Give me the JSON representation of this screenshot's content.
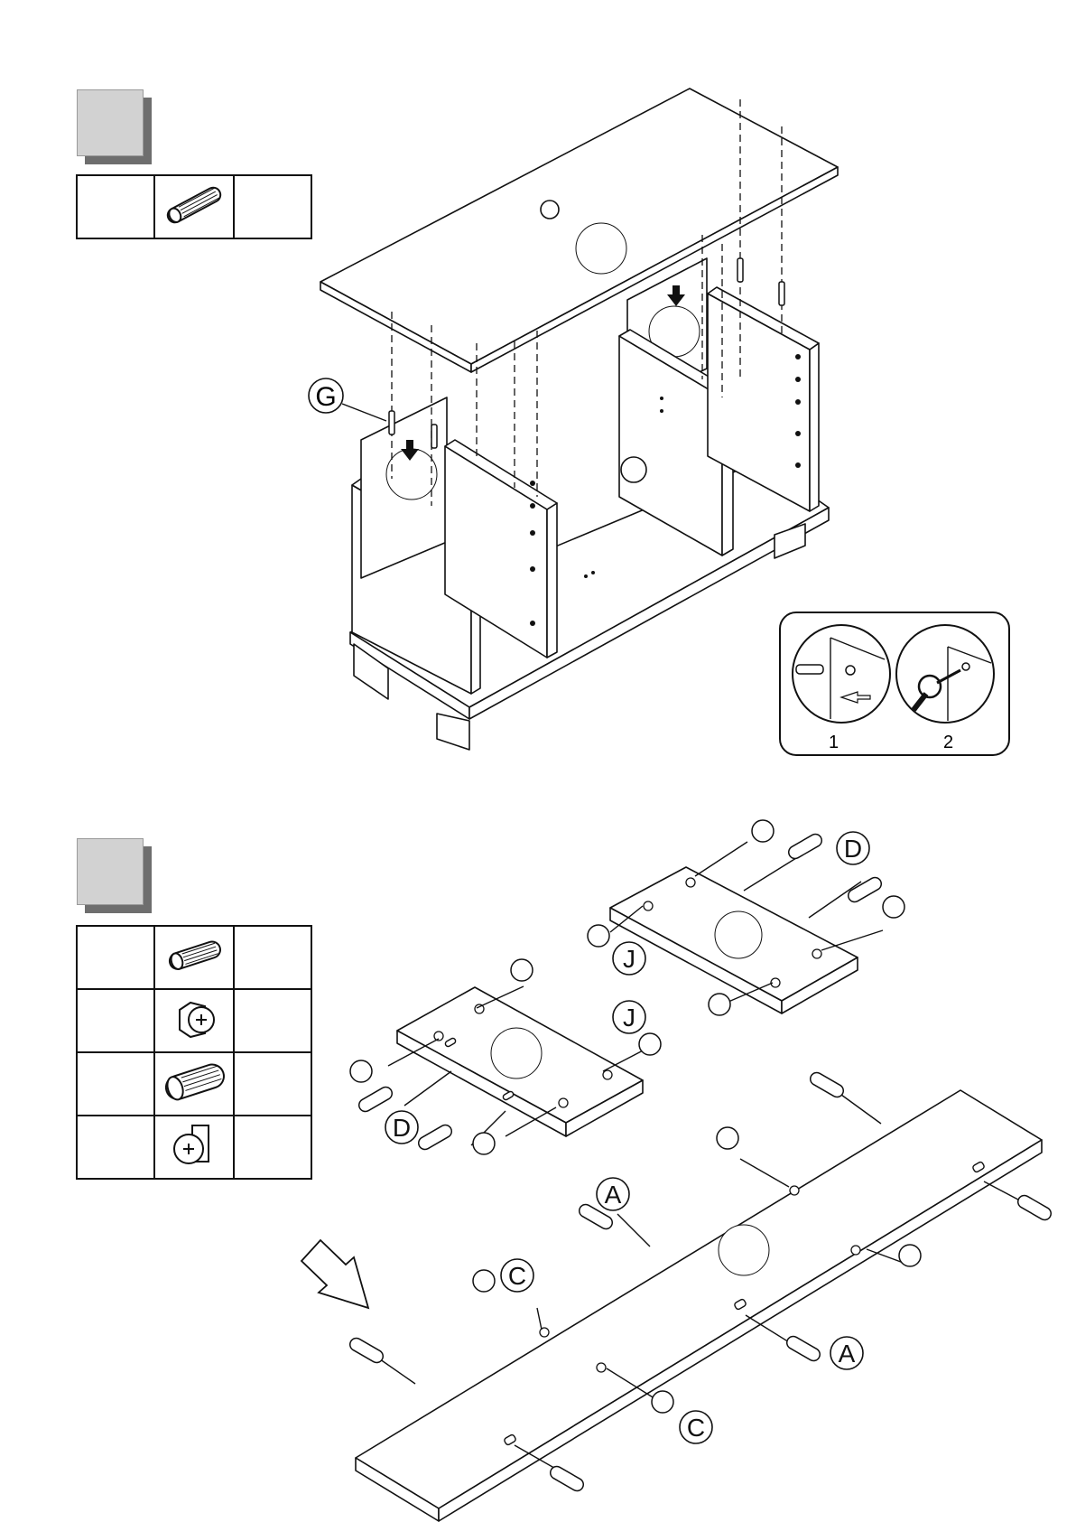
{
  "step1": {
    "parts_table": [
      {
        "icon": "wooden-dowel-icon",
        "qty": "",
        "code": ""
      }
    ],
    "labels": {
      "g": "G"
    },
    "inset": {
      "step_one": "1",
      "step_two": "2"
    }
  },
  "step2": {
    "parts_table": [
      {
        "icon": "wooden-dowel-icon",
        "qty": "",
        "code": ""
      },
      {
        "icon": "cam-lock-icon",
        "qty": "",
        "code": ""
      },
      {
        "icon": "large-dowel-icon",
        "qty": "",
        "code": ""
      },
      {
        "icon": "cam-lock-front-icon",
        "qty": "",
        "code": ""
      }
    ],
    "labels": {
      "d1": "D",
      "j1": "J",
      "j2": "J",
      "d2": "D",
      "a1": "A",
      "c1": "C",
      "a2": "A",
      "c2": "C"
    }
  },
  "colors": {
    "line": "#111111",
    "step_box": "#d2d2d2",
    "shadow": "#6e6e6e"
  }
}
